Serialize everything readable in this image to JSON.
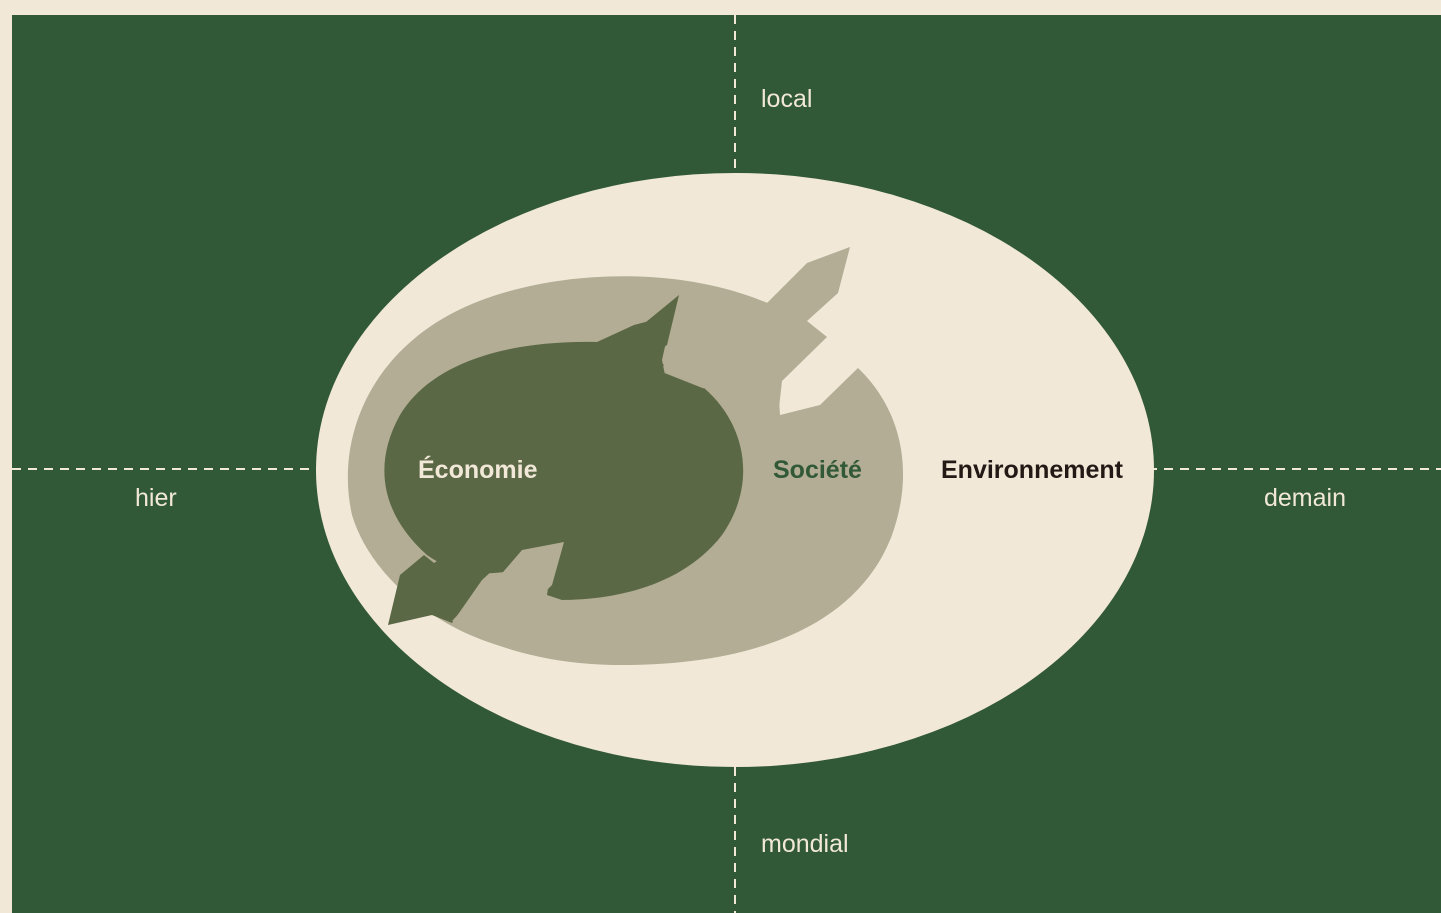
{
  "axes": {
    "top": "local",
    "bottom": "mondial",
    "left": "hier",
    "right": "demain"
  },
  "sets": {
    "economie": "Économie",
    "societe": "Société",
    "environnement": "Environnement"
  },
  "colors": {
    "background": "#325937",
    "page": "#f1e8d8",
    "environnement": "#f1e8d8",
    "societe": "#b2ad94",
    "economie": "#5b6846",
    "label_light": "#f1e8d8",
    "label_societe": "#325937",
    "label_dark": "#231a16"
  }
}
